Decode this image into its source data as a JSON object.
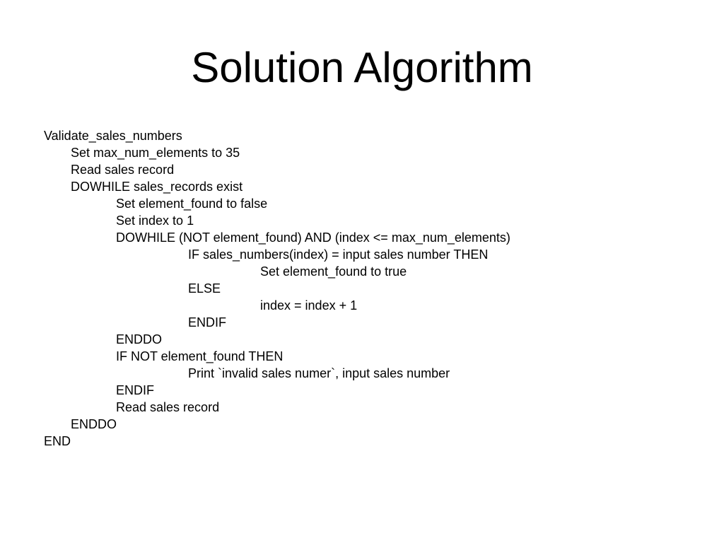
{
  "slide": {
    "title": "Solution Algorithm"
  },
  "algorithm": {
    "lines": [
      {
        "indent": 0,
        "text": "Validate_sales_numbers"
      },
      {
        "indent": 1,
        "text": "Set max_num_elements to 35"
      },
      {
        "indent": 1,
        "text": "Read sales record"
      },
      {
        "indent": 1,
        "text": "DOWHILE sales_records exist"
      },
      {
        "indent": 2,
        "text": "Set element_found to false"
      },
      {
        "indent": 2,
        "text": "Set index to 1"
      },
      {
        "indent": 2,
        "text": "DOWHILE (NOT element_found) AND (index <= max_num_elements)"
      },
      {
        "indent": 3,
        "text": "IF sales_numbers(index) = input sales number THEN"
      },
      {
        "indent": 4,
        "text": "Set element_found to true"
      },
      {
        "indent": 3,
        "text": "ELSE"
      },
      {
        "indent": 4,
        "text": "index = index + 1"
      },
      {
        "indent": 3,
        "text": "ENDIF"
      },
      {
        "indent": 2,
        "text": "ENDDO"
      },
      {
        "indent": 2,
        "text": "IF NOT element_found THEN"
      },
      {
        "indent": 3,
        "text": "Print `invalid sales numer`, input sales number"
      },
      {
        "indent": 2,
        "text": "ENDIF"
      },
      {
        "indent": 2,
        "text": "Read sales record"
      },
      {
        "indent": 1,
        "text": "ENDDO"
      },
      {
        "indent": 0,
        "text": "END"
      }
    ]
  }
}
